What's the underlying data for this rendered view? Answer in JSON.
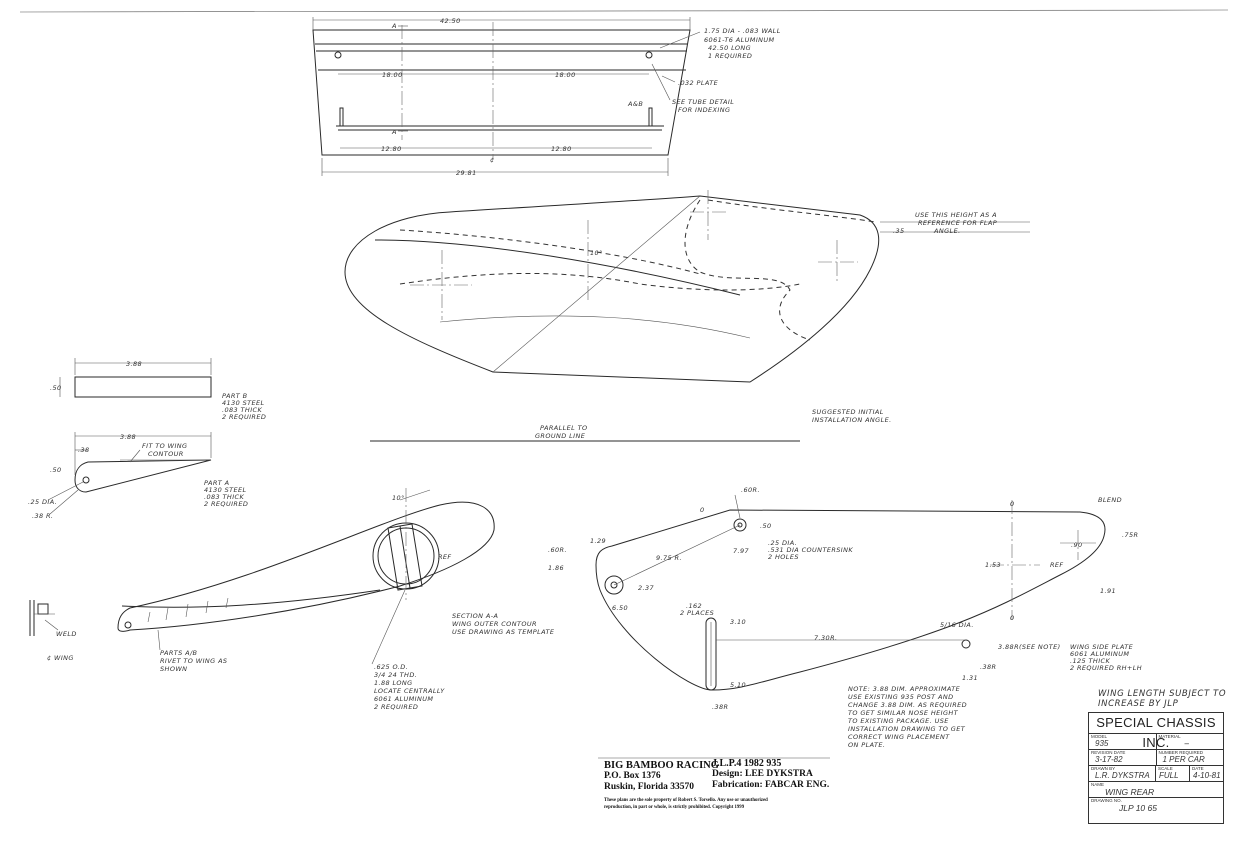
{
  "top_view": {
    "dim_overall": "42.50",
    "dim_left": "18.00",
    "dim_right": "18.00",
    "dim_lower_left": "12.80",
    "dim_lower_right": "12.80",
    "dim_bottom": "29.81",
    "section_mark": "A",
    "section_mark_lower": "A",
    "centerline_mark": "¢",
    "tube_note_1": "1.75 DIA - .083 WALL",
    "tube_note_2": "6061-T6 ALUMINUM",
    "tube_note_3": "42.50 LONG",
    "tube_note_4": "1 REQUIRED",
    "endplate_note": ".032 PLATE",
    "ab_label": "A&B",
    "tube_detail_1": "SEE TUBE DETAIL",
    "tube_detail_2": "FOR INDEXING"
  },
  "wing_profile": {
    "angle": "10°",
    "dim_35": ".35",
    "height_note_1": "USE THIS HEIGHT AS A",
    "height_note_2": "REFERENCE FOR FLAP",
    "height_note_3": "ANGLE.",
    "suggested_1": "SUGGESTED INITIAL",
    "suggested_2": "INSTALLATION ANGLE.",
    "parallel_1": "PARALLEL TO",
    "parallel_2": "GROUND LINE"
  },
  "part_b": {
    "dim_width": "3.88",
    "dim_height": ".50",
    "note_1": "PART B",
    "note_2": "4130 STEEL",
    "note_3": ".083 THICK",
    "note_4": "2 REQUIRED"
  },
  "part_a": {
    "dim_width": "3.88",
    "dim_38": ".38",
    "dim_50": ".50",
    "fit_note_1": "FIT TO WING",
    "fit_note_2": "CONTOUR",
    "hole_dia": ".25 DIA.",
    "radius": ".38 R.",
    "note_1": "PART A",
    "note_2": "4130 STEEL",
    "note_3": ".083 THICK",
    "note_4": "2 REQUIRED"
  },
  "section_aa": {
    "angle": "10°",
    "ref": "REF",
    "weld": "WELD",
    "wing_cl": "¢ WING",
    "parts_1": "PARTS A/B",
    "parts_2": "RIVET TO WING AS",
    "parts_3": "SHOWN",
    "sect_1": "SECTION A-A",
    "sect_2": "WING OUTER CONTOUR",
    "sect_3": "USE DRAWING AS TEMPLATE",
    "tube_1": ".625 O.D.",
    "tube_2": "3/4 24 THD.",
    "tube_3": "1.88 LONG",
    "tube_4": "LOCATE CENTRALLY",
    "tube_5": "6061 ALUMINUM",
    "tube_6": "2 REQUIRED"
  },
  "side_plate": {
    "r60": ".60R.",
    "r60_left": ".60R.",
    "d129": "1.29",
    "d186": "1.86",
    "r975": "9.75 R.",
    "d237": "2.37",
    "d650": "6.50",
    "d25_1": ".25 DIA.",
    "d25_2": ".531 DIA COUNTERSINK",
    "d25_3": "2 HOLES",
    "d797": "7.97",
    "d50": ".50",
    "slot_1": ".162",
    "slot_2": "2 PLACES",
    "d310": "3.10",
    "r730": "7.30R.",
    "d510": "5.10",
    "r38_bottom": ".38R",
    "hole_516": "5/16 DIA.",
    "r388": "3.88R(SEE NOTE)",
    "r38_right": ".38R",
    "d131": "1.31",
    "d153": "1.53",
    "d90": ".90",
    "ref": "REF",
    "blend": "BLEND",
    "r75": ".75R",
    "d191": "1.91",
    "o_top": "0",
    "o_topleft": "0",
    "o_bottom": "0",
    "note_1": "WING SIDE PLATE",
    "note_2": "6061 ALUMINUM",
    "note_3": ".125 THICK",
    "note_4": "2 REQUIRED RH+LH"
  },
  "install_note": {
    "l1": "NOTE: 3.88 DIM. APPROXIMATE",
    "l2": "USE EXISTING 935 POST AND",
    "l3": "CHANGE 3.88 DIM. AS REQUIRED",
    "l4": "TO GET SIMILAR NOSE HEIGHT",
    "l5": "TO EXISTING PACKAGE. USE",
    "l6": "INSTALLATION DRAWING TO GET",
    "l7": "CORRECT WING PLACEMENT",
    "l8": "ON PLATE."
  },
  "wing_length": {
    "l1": "WING LENGTH SUBJECT TO",
    "l2": "INCREASE BY JLP"
  },
  "publisher": {
    "company": "BIG BAMBOO RACING",
    "pobox": "P.O. Box 1376",
    "city": "Ruskin, Florida  33570",
    "jlp": "J.L.P.4  1982  935",
    "design": "Design: LEE DYKSTRA",
    "fabrication": "Fabrication: FABCAR ENG.",
    "legal_1": "These plans are the sole property of Robert S. Torsello.  Any use or unauthorized",
    "legal_2": "reproduction,  in part or whole,  is strictly prohibited.  Copyright 1999"
  },
  "title_block": {
    "company": "SPECIAL CHASSIS INC.",
    "model_label": "MODEL",
    "model_value": "935",
    "material_label": "MATERIAL",
    "material_value": "–",
    "revision_label": "REVISION DATE",
    "revision_value": "3-17-82",
    "number_label": "NUMBER REQUIRED",
    "number_value": "1 PER CAR",
    "drawn_label": "DRAWN BY",
    "drawn_value": "L.R. DYKSTRA",
    "scale_label": "SCALE",
    "scale_value": "FULL",
    "date_label": "DATE",
    "date_value": "4-10-81",
    "name_label": "NAME",
    "name_value": "WING REAR",
    "drawing_label": "DRAWING NO.",
    "drawing_value": "JLP 10 65"
  }
}
